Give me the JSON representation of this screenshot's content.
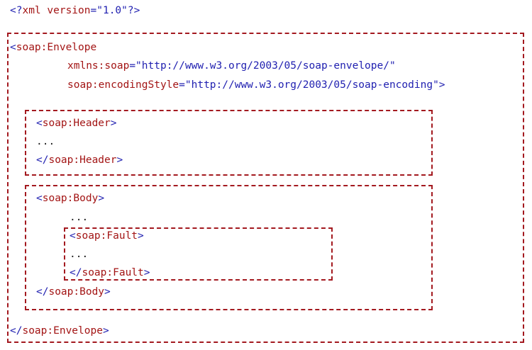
{
  "xml_decl": {
    "open": "<?",
    "name": "xml version",
    "eq": "=",
    "value": "\"1.0\"",
    "close": "?>"
  },
  "envelope": {
    "open_lt": "<",
    "open_name": "soap:Envelope",
    "attr1_name": "xmlns:soap",
    "attr1_eq": "=",
    "attr1_value": "\"http://www.w3.org/2003/05/soap-envelope/\"",
    "attr2_name": "soap:encodingStyle",
    "attr2_eq": "=",
    "attr2_value": "\"http://www.w3.org/2003/05/soap-encoding\"",
    "attr2_gt": ">",
    "close_lt": "</",
    "close_name": "soap:Envelope",
    "close_gt": ">"
  },
  "header": {
    "open_lt": "<",
    "open_name": "soap:Header",
    "open_gt": ">",
    "ellipsis": "...",
    "close_lt": "</",
    "close_name": "soap:Header",
    "close_gt": ">"
  },
  "body": {
    "open_lt": "<",
    "open_name": "soap:Body",
    "open_gt": ">",
    "ellipsis": "...",
    "close_lt": "</",
    "close_name": "soap:Body",
    "close_gt": ">"
  },
  "fault": {
    "open_lt": "<",
    "open_name": "soap:Fault",
    "open_gt": ">",
    "ellipsis": "...",
    "close_lt": "</",
    "close_name": "soap:Fault",
    "close_gt": ">"
  },
  "colors": {
    "tag_name": "#a31515",
    "bracket": "#1f1fb0",
    "box_border": "#a3191f"
  }
}
